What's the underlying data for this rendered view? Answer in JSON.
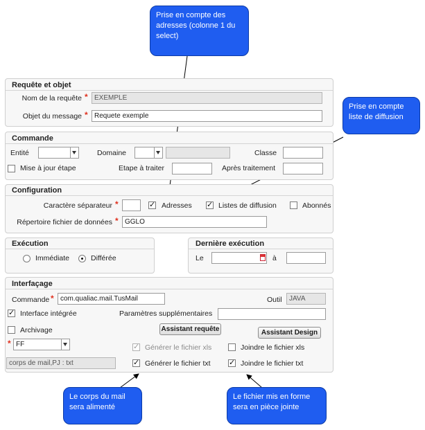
{
  "callouts": {
    "addresses": "Prise en compte des adresses (colonne 1 du select)",
    "diffusion": "Prise en compte liste de diffusion",
    "body": "Le corps du mail sera alimenté",
    "attachment": "Le fichier mis en forme sera en pièce jointe"
  },
  "requete": {
    "title": "Requête et objet",
    "name_label": "Nom de la requête",
    "name_value": "EXEMPLE",
    "subject_label": "Objet du message",
    "subject_value": "Requete exemple"
  },
  "commande": {
    "title": "Commande",
    "entite_label": "Entité",
    "domaine_label": "Domaine",
    "classe_label": "Classe",
    "maj_label": "Mise à jour étape",
    "etape_label": "Etape à traiter",
    "apres_label": "Après traitement"
  },
  "configuration": {
    "title": "Configuration",
    "separator_label": "Caractère séparateur",
    "adresses_label": "Adresses",
    "listes_label": "Listes de diffusion",
    "abonnes_label": "Abonnés",
    "repertoire_label": "Répertoire fichier de données",
    "repertoire_value": "GGLO"
  },
  "execution": {
    "title": "Exécution",
    "immediate_label": "Immédiate",
    "differee_label": "Différée"
  },
  "derniere": {
    "title": "Dernière exécution",
    "le_label": "Le",
    "a_label": "à"
  },
  "interfacage": {
    "title": "Interfaçage",
    "commande_label": "Commande",
    "commande_value": "com.qualiac.mail.TusMail",
    "outil_label": "Outil",
    "outil_value": "JAVA",
    "interface_label": "Interface intégrée",
    "params_label": "Paramètres supplémentaires",
    "archivage_label": "Archivage",
    "assistant_requete": "Assistant requête",
    "assistant_design": "Assistant Design",
    "format_value": "FF",
    "corps_value": "corps de mail,PJ : txt",
    "gen_xls_label": "Générer le fichier xls",
    "joindre_xls_label": "Joindre le fichier xls",
    "gen_txt_label": "Générer le fichier txt",
    "joindre_txt_label": "Joindre le fichier txt"
  },
  "colors": {
    "callout": "#1f5df0",
    "required": "#e0301e",
    "panel": "#f7f7f7"
  }
}
